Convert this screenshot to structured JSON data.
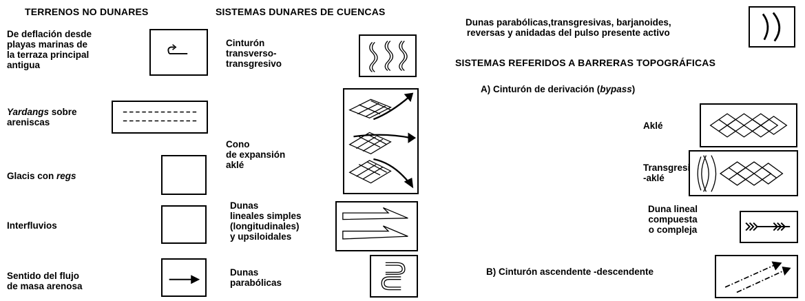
{
  "column1": {
    "heading": "TERRENOS NO DUNARES",
    "items": [
      {
        "label": "De deflación desde\nplayas marinas de\nla terraza principal\nantigua",
        "icon": "hook-arrow-icon"
      },
      {
        "label_italic": "Yardangs",
        "label_rest": " sobre\nareniscas",
        "icon": "dashed-lines-icon"
      },
      {
        "label_plain": "Glacis con ",
        "label_italic": "regs",
        "icon": "empty-box-icon"
      },
      {
        "label": "Interfluvios",
        "icon": "empty-box-icon"
      },
      {
        "label": "Sentido del flujo\nde masa arenosa",
        "icon": "right-arrow-icon"
      }
    ]
  },
  "column2": {
    "heading": "SISTEMAS DUNARES DE CUENCAS",
    "items": [
      {
        "label": "Cinturón\n transverso-\n transgresivo",
        "icon": "wavy-lines-icon"
      },
      {
        "label": "Cono\nde expansión\naklé",
        "icon": "akle-fan-icon"
      },
      {
        "label": "Dunas\nlineales simples\n(longitudinales)\ny upsiloidales",
        "icon": "linear-dunes-icon"
      },
      {
        "label": "Dunas\nparabólicas",
        "icon": "parabolic-dunes-icon"
      }
    ]
  },
  "column3": {
    "top_label": "Dunas parabólicas,transgresivas, barjanoides,\nreversas y anidadas del pulso presente activo",
    "top_icon": "crescent-arcs-icon",
    "heading": "SISTEMAS REFERIDOS A BARRERAS TOPOGRÁFICAS",
    "sub_a_plain": "A) Cinturón de derivación (",
    "sub_a_italic": "bypass",
    "sub_a_close": ")",
    "items": [
      {
        "label": "Aklé",
        "icon": "diamond-lattice-icon"
      },
      {
        "label": "Transgresivo\n-aklé",
        "icon": "crescent-lattice-icon"
      },
      {
        "label": "Duna lineal\ncompuesta\no compleja",
        "icon": "chevron-line-icon"
      }
    ],
    "sub_b": "B) Cinturón ascendente -descendente",
    "sub_b_icon": "dashed-arrows-icon"
  }
}
